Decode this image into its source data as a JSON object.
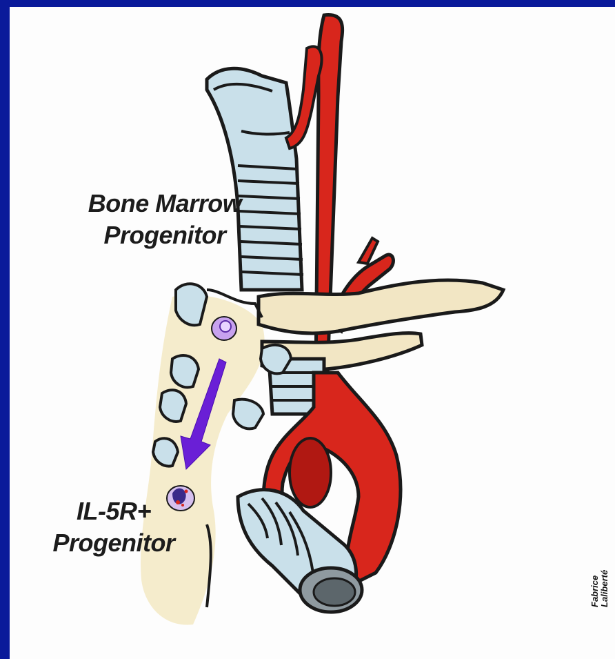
{
  "labels": {
    "bone_marrow_line1": "Bone Marrow",
    "bone_marrow_line2": "Progenitor",
    "il5r_line1": "IL-5R+",
    "il5r_line2": "Progenitor"
  },
  "credit": {
    "line1": "Fabrice",
    "line2": "Laliberté"
  },
  "colors": {
    "background": "#0a1a9a",
    "panel": "#fdfdfd",
    "bone": "#f2e6c4",
    "cartilage": "#c9e0ea",
    "artery": "#d8261c",
    "outline": "#1a1a1a",
    "arrow": "#6a1fd6",
    "cell": "#c7a2ef"
  },
  "icons": {
    "arrow": "migration-arrow",
    "cell_top": "progenitor-cell-icon",
    "cell_bottom": "il5r-cell-icon"
  }
}
